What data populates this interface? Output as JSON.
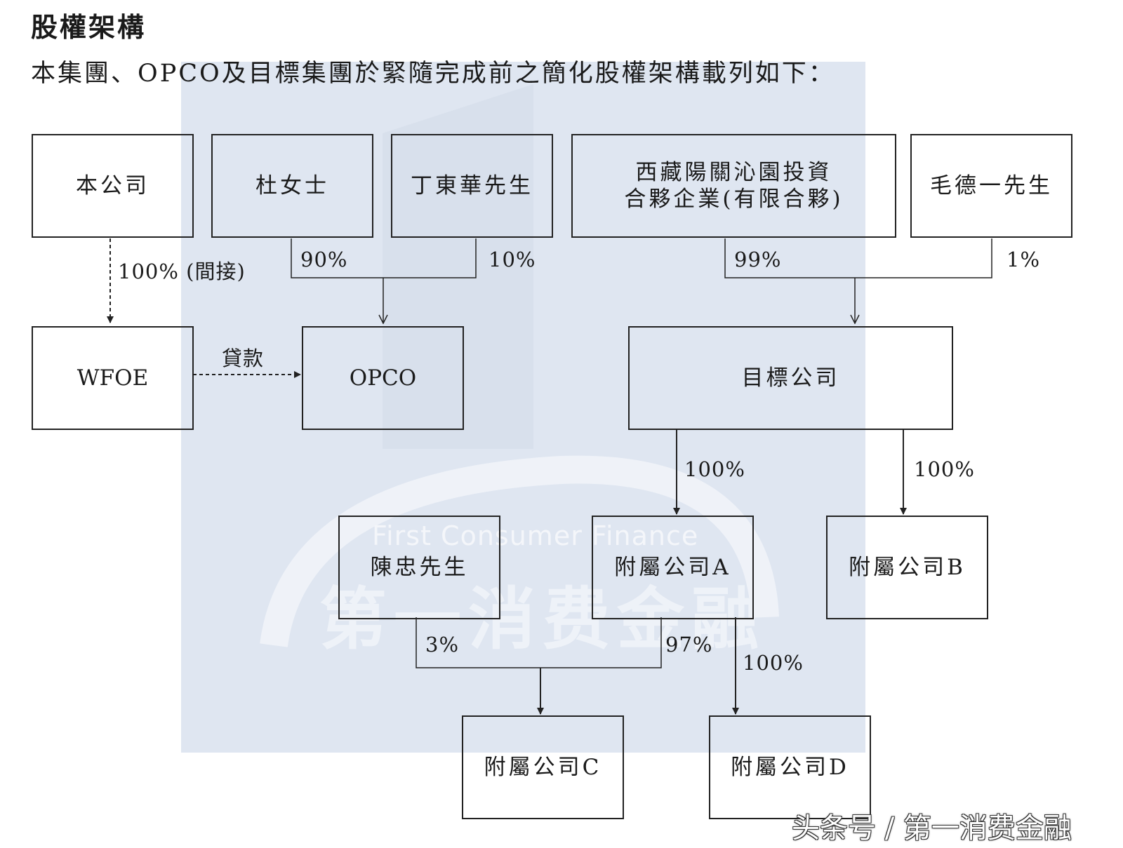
{
  "header": {
    "section_title": "股權架構",
    "intro": "本集團、OPCO及目標集團於緊隨完成前之簡化股權架構載列如下："
  },
  "watermark": {
    "english": "First Consumer Finance",
    "chinese": "第一消费金融"
  },
  "entities": {
    "company": "本公司",
    "ms_du": "杜女士",
    "ding": "丁東華先生",
    "tibet_line1": "西藏陽關沁園投資",
    "tibet_line2": "合夥企業(有限合夥)",
    "mao": "毛德一先生",
    "wfoe": "WFOE",
    "opco": "OPCO",
    "target": "目標公司",
    "chen": "陳忠先生",
    "sub_a": "附屬公司A",
    "sub_b": "附屬公司B",
    "sub_c": "附屬公司C",
    "sub_d": "附屬公司D"
  },
  "labels": {
    "company_wfoe": "100% (間接)",
    "loan": "貸款",
    "du_opco": "90%",
    "ding_opco": "10%",
    "tibet_target": "99%",
    "mao_target": "1%",
    "target_a": "100%",
    "target_b": "100%",
    "chen_c": "3%",
    "a_c": "97%",
    "a_d": "100%"
  },
  "footer": {
    "source": "头条号 / 第一消费金融"
  },
  "colors": {
    "watermark_fill": "#dfe6f1",
    "line": "#222222"
  }
}
